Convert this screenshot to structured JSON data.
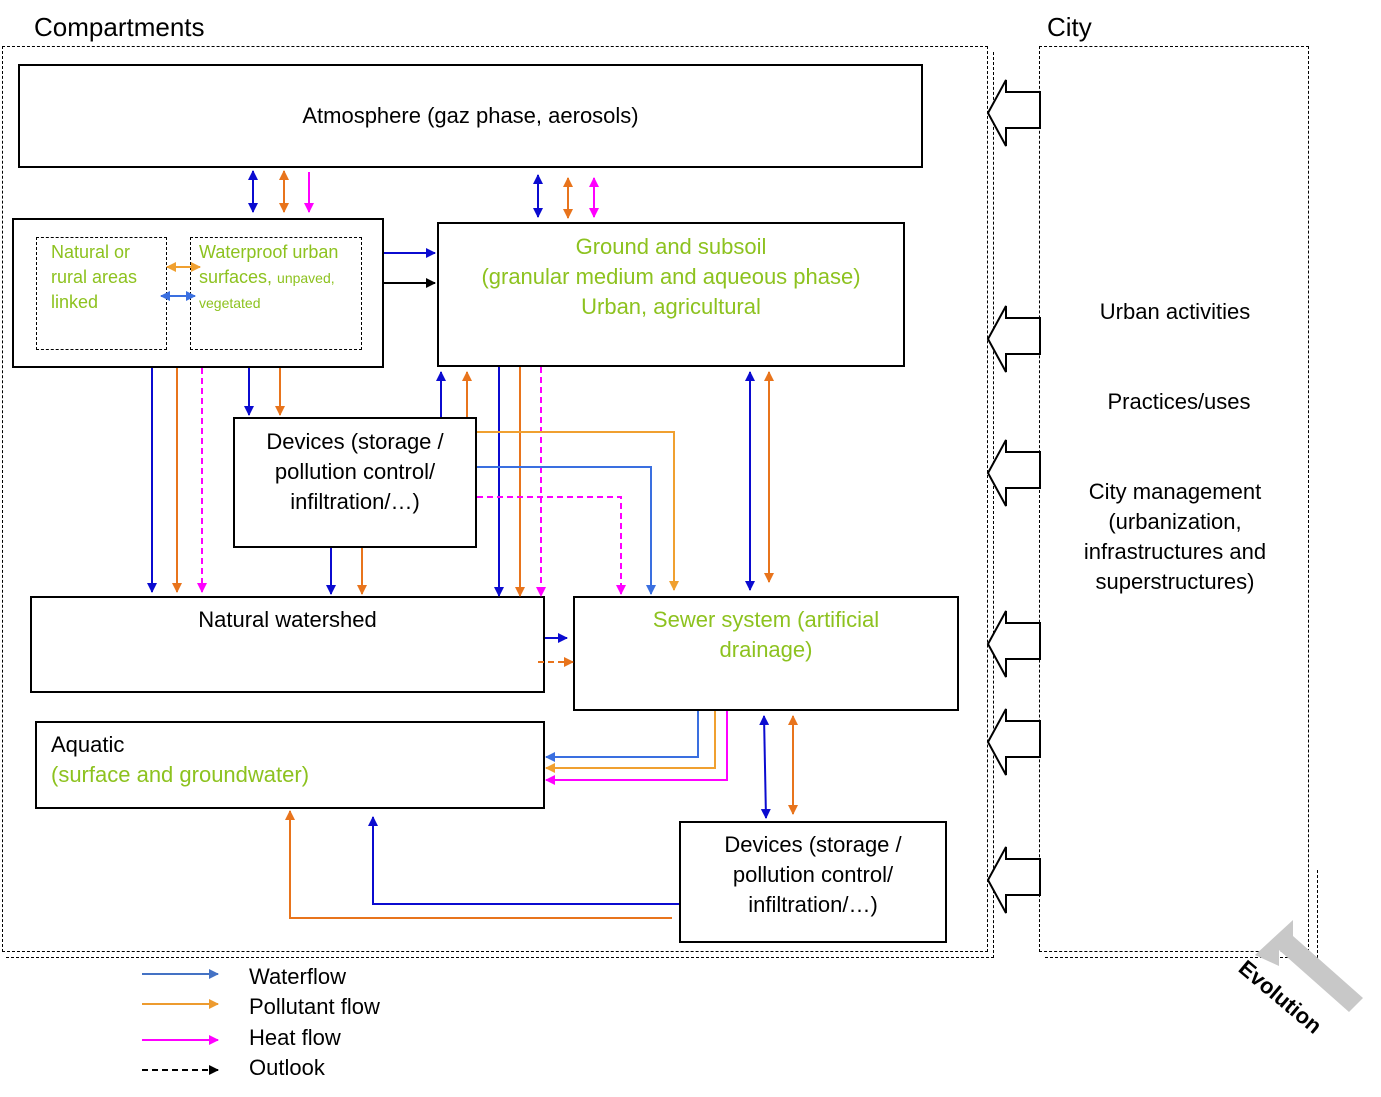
{
  "compartments_label": "Compartments",
  "city_label": "City",
  "atmosphere": "Atmosphere (gaz phase, aerosols)",
  "natural_areas": [
    "Natural or",
    "rural areas",
    "linked"
  ],
  "waterproof": {
    "line1": "Waterproof urban",
    "line2_main": "surfaces, ",
    "line2_small": "unpaved,",
    "line3": "vegetated"
  },
  "ground": [
    "Ground and subsoil",
    "(granular medium and aqueous phase)",
    "Urban, agricultural"
  ],
  "devices_upper": [
    "Devices (storage /",
    "pollution control/",
    "infiltration/…)"
  ],
  "natural_watershed": "Natural watershed",
  "sewer": [
    "Sewer system (artificial",
    "drainage)"
  ],
  "aquatic": {
    "title": "Aquatic",
    "subtitle": "(surface and groundwater)"
  },
  "devices_lower": [
    "Devices (storage /",
    "pollution control/",
    "infiltration/…)"
  ],
  "city_items": {
    "urban_activities": "Urban activities",
    "practices": "Practices/uses",
    "management": [
      "City management",
      "(urbanization,",
      "infrastructures and",
      "superstructures)"
    ]
  },
  "evolution": "Evolution",
  "legend": [
    {
      "label": "Waterflow",
      "color": "#4472c4",
      "style": "solid"
    },
    {
      "label": "Pollutant flow",
      "color": "#ed9b2f",
      "style": "solid"
    },
    {
      "label": "Heat flow",
      "color": "#ff00ff",
      "style": "solid"
    },
    {
      "label": "Outlook",
      "color": "#000000",
      "style": "dashed"
    }
  ],
  "colors": {
    "water_dark": "#0b0bd0",
    "water_light": "#3a6fe0",
    "pollutant": "#e8741c",
    "pollutant_light": "#f0a030",
    "heat": "#ff00ff",
    "label_green": "#8dc21f"
  }
}
